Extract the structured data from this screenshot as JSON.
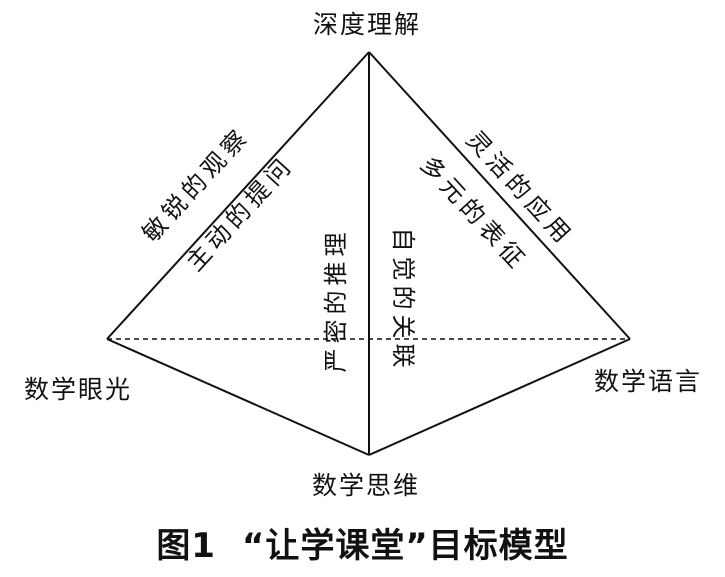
{
  "diagram": {
    "nodes": {
      "top": "深度理解",
      "left": "数学眼光",
      "right": "数学语言",
      "bottom": "数学思维"
    },
    "edges": {
      "top_left_outer": "敏锐的观察",
      "top_left_inner": "主动的提问",
      "top_right_outer": "灵活的应用",
      "top_right_inner": "多元的表征",
      "center_left": "严密的推理",
      "center_right": "自觉的关联"
    }
  },
  "caption": {
    "figure_number": "图1",
    "title": "“让学课堂”目标模型"
  }
}
